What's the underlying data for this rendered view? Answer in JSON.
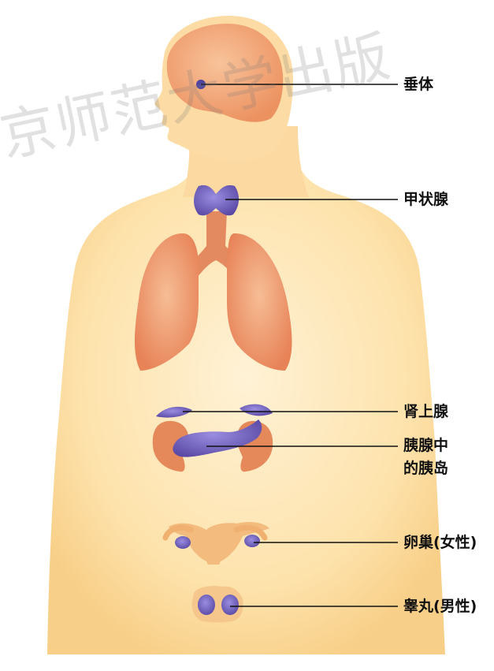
{
  "watermark": "京师范大学出版",
  "labels": {
    "pituitary": "垂体",
    "thyroid": "甲状腺",
    "adrenal": "肾上腺",
    "pancreas_line1": "胰腺中",
    "pancreas_line2": "的胰岛",
    "ovary": "卵巢(女性)",
    "testis": "睾丸(男性)"
  },
  "colors": {
    "skin": "#fbd79a",
    "skin_light": "#fff0cf",
    "brain": "#f2a470",
    "lung": "#ee9a6c",
    "gland": "#7c6bc4",
    "gland_dark": "#5d4ea8",
    "kidney": "#e4865a",
    "uterus": "#f5bf85",
    "leader": "#111111"
  }
}
